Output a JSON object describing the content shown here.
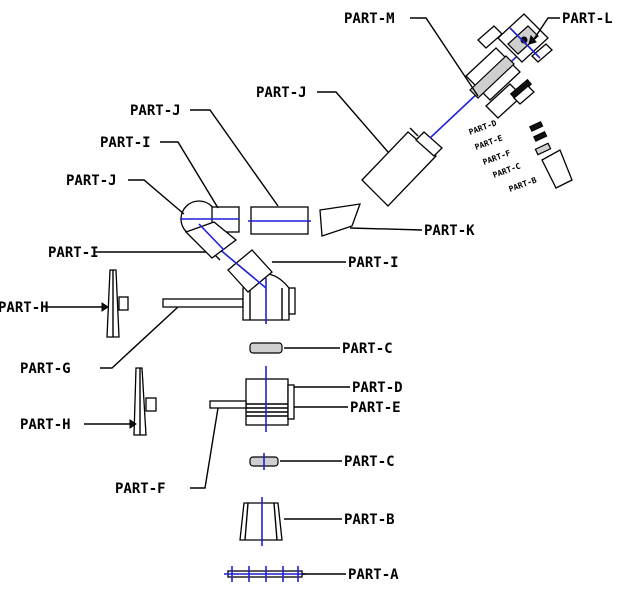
{
  "labels": {
    "part_a": "PART-A",
    "part_b": "PART-B",
    "part_c_upper": "PART-C",
    "part_c_lower": "PART-C",
    "part_d": "PART-D",
    "part_e": "PART-E",
    "part_f": "PART-F",
    "part_g": "PART-G",
    "part_h_upper": "PART-H",
    "part_h_lower": "PART-H",
    "part_i_top": "PART-I",
    "part_i_left": "PART-I",
    "part_i_right": "PART-I",
    "part_j_top": "PART-J",
    "part_j_left": "PART-J",
    "part_j_upper_right": "PART-J",
    "part_k": "PART-K",
    "part_l": "PART-L",
    "part_m": "PART-M",
    "small_1": "PART-D",
    "small_2": "PART-E",
    "small_3": "PART-F",
    "small_4": "PART-C",
    "small_5": "PART-B"
  },
  "colors": {
    "axis": "#1f1fd6",
    "line": "#000000",
    "background": "#ffffff"
  }
}
